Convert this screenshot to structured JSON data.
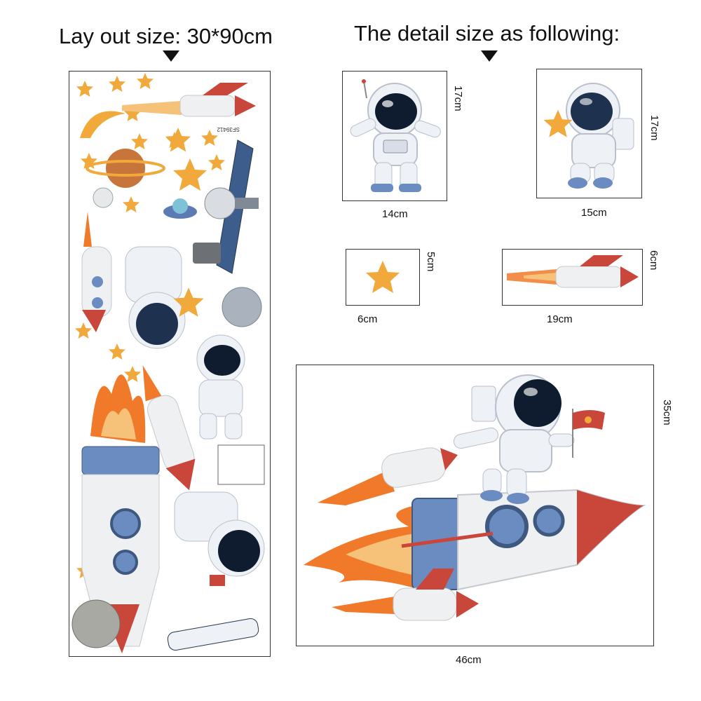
{
  "layout_heading": "Lay out size: 30*90cm",
  "detail_heading": "The detail size as following:",
  "sheet": {
    "code": "SF39412"
  },
  "details": [
    {
      "item": "astronaut-waving",
      "width": "14cm",
      "height": "17cm"
    },
    {
      "item": "astronaut-holding-star",
      "width": "15cm",
      "height": "17cm"
    },
    {
      "item": "star",
      "width": "6cm",
      "height": "5cm"
    },
    {
      "item": "small-rocket",
      "width": "19cm",
      "height": "6cm"
    },
    {
      "item": "astronaut-riding-rocket",
      "width": "46cm",
      "height": "35cm"
    }
  ],
  "colors": {
    "star": "#f0a93a",
    "rocket_red": "#c9463a",
    "flame": "#f07a2a",
    "helmet": "#1e3250",
    "suit": "#eef1f6",
    "accent_blue": "#6b8cc0"
  }
}
